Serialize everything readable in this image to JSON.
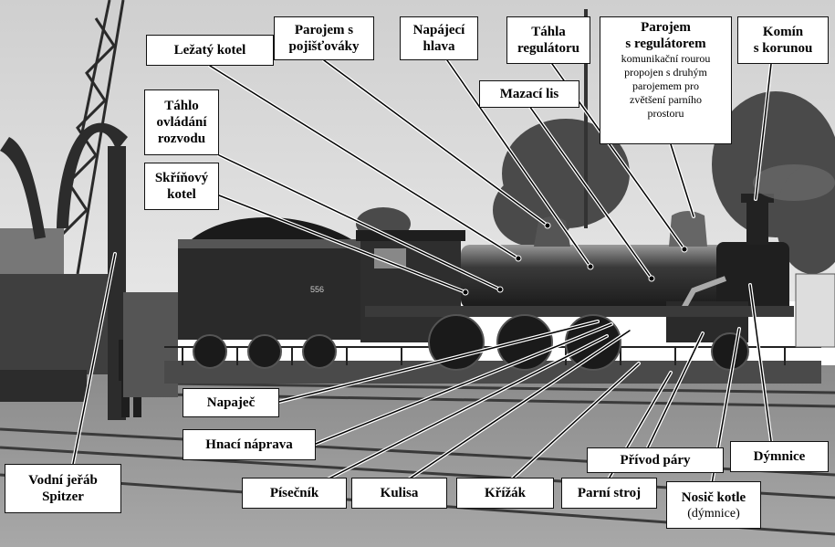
{
  "labels": {
    "lezaty_kotel": "Ležatý kotel",
    "parojem_pojistovaky": "Parojem s\npojišťováky",
    "napajeci_hlava": "Napájecí\nhlava",
    "tahla_regulatoru": "Táhla\nregulátoru",
    "parojem_regulator": "Parojem\ns regulátorem",
    "parojem_regulator_note": "komunikační rourou\npropojen s druhým\nparojemem pro\nzvětšení parního\nprostoru",
    "komin": "Komín\ns korunou",
    "mazaci_lis": "Mazací lis",
    "tahlo_rozvodu": "Táhlo\novládání\nrozvodu",
    "skrinovy_kotel": "Skříňový\nkotel",
    "napajec": "Napaječ",
    "hnaci_naprava": "Hnací náprava",
    "vodni_jerab": "Vodní jeřáb\nSpitzer",
    "pisecnik": "Písečník",
    "kulisa": "Kulisa",
    "krizak": "Křížák",
    "parni_stroj": "Parní stroj",
    "privod_pary": "Přívod páry",
    "dymnice": "Dýmnice",
    "nosic_kotle": "Nosič kotle",
    "nosic_kotle_paren": "(dýmnice)"
  },
  "photo_caption": {
    "tender_number": "556"
  }
}
